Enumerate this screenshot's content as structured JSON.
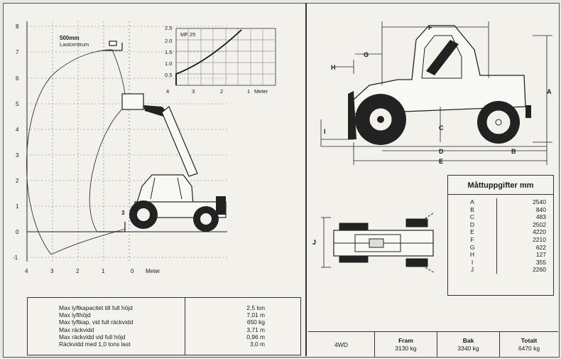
{
  "reach_chart": {
    "y_ticks": [
      "8",
      "7",
      "6",
      "5",
      "4",
      "3",
      "2",
      "1",
      "0",
      "-1"
    ],
    "x_ticks": [
      "4",
      "3",
      "2",
      "1",
      "0"
    ],
    "x_unit": "Meter",
    "load_label": "500mm",
    "load_label2": "Lastcentrum",
    "pivot_label": "3"
  },
  "load_chart": {
    "model": "MF 25",
    "y_ticks": [
      "2.5",
      "2.0",
      "1.5",
      "1.0",
      "0.5"
    ],
    "x_ticks": [
      "4",
      "3",
      "2",
      "1"
    ],
    "x_unit": "Meter"
  },
  "specs": {
    "labels": [
      "Max lyftkapacitet till full höjd",
      "Max lyfthöjd",
      "Max lyftkap. vid full räckvidd",
      "Max räckvidd",
      "Max räckvidd vid full höjd",
      "Räckvidd med 1,0 tons last"
    ],
    "values": [
      "2,5 ton",
      "7,01 m",
      "650 kg",
      "3,71 m",
      "0,96 m",
      "3,0 m"
    ]
  },
  "dimensions": {
    "title": "Måttuppgifter mm",
    "rows": [
      {
        "k": "A",
        "v": "2540"
      },
      {
        "k": "B",
        "v": "840"
      },
      {
        "k": "C",
        "v": "483"
      },
      {
        "k": "D",
        "v": "2502"
      },
      {
        "k": "E",
        "v": "4220"
      },
      {
        "k": "F",
        "v": "2210"
      },
      {
        "k": "G",
        "v": "622"
      },
      {
        "k": "H",
        "v": "127"
      },
      {
        "k": "I",
        "v": "355"
      },
      {
        "k": "J",
        "v": "2260"
      }
    ],
    "side_letters": [
      "A",
      "B",
      "C",
      "D",
      "E",
      "F",
      "G",
      "H",
      "I"
    ],
    "top_letter": "J"
  },
  "weights": {
    "drive": "4WD",
    "front_label": "Fram",
    "front_value": "3130 kg",
    "rear_label": "Bak",
    "rear_value": "3340 kg",
    "total_label": "Totalt",
    "total_value": "6470 kg"
  }
}
